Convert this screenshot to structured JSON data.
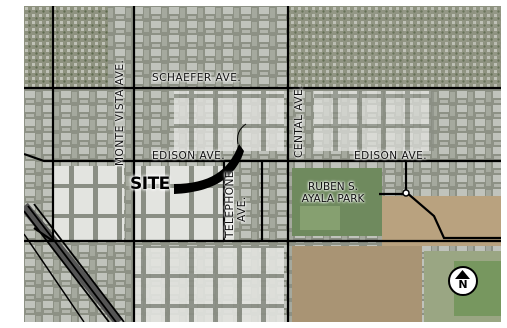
{
  "map": {
    "site_label": "SITE",
    "north_label": "N",
    "park": {
      "line1": "RUBEN S.",
      "line2": "AYALA PARK"
    },
    "streets": {
      "schaefer": "SCHAEFER AVE.",
      "edison_west": "EDISON AVE.",
      "edison_east": "EDISON AVE.",
      "monte_vista": "MONTE VISTA AVE.",
      "cental": "CENTAL AVE.",
      "telephone_line1": "TELEPHONE",
      "telephone_line2": "AVE."
    },
    "colors": {
      "road": "#000000",
      "label_halo": "#ffffff",
      "aerial_base": "#8f9386",
      "building_roof": "#d9dbd6",
      "park_green": "#6f8a5e",
      "field_tan": "#b9a27f"
    },
    "icons": [
      "north-arrow-icon",
      "site-arrow-icon"
    ]
  }
}
